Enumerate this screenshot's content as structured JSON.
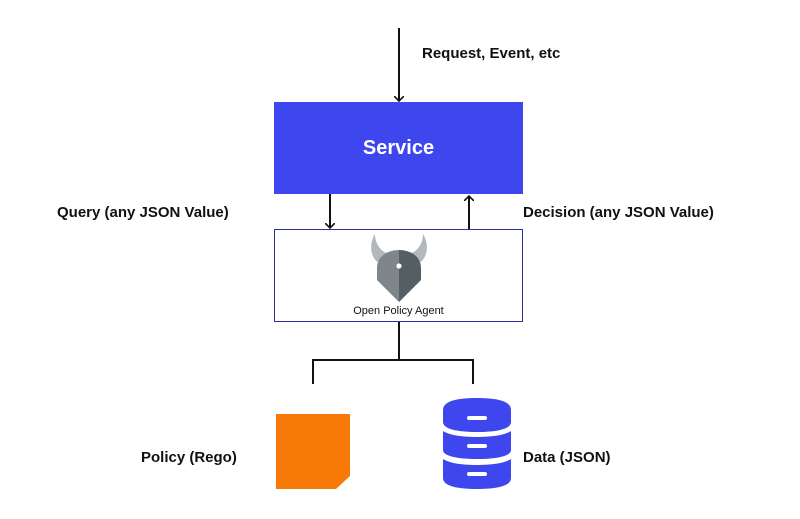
{
  "diagram": {
    "request_label": "Request, Event,  etc",
    "service_label": "Service",
    "query_label": "Query (any JSON Value)",
    "decision_label": "Decision (any JSON Value)",
    "opa_label": "Open Policy Agent",
    "policy_label": "Policy (Rego)",
    "data_label": "Data (JSON)"
  },
  "colors": {
    "service_fill": "#3d47ed",
    "opa_border": "#2a2f9a",
    "policy_fill": "#f77a08",
    "database_fill": "#3d47ed",
    "logo_gray": "#7e868a",
    "logo_dark": "#555e63"
  },
  "icons": [
    "opa-viking-helmet-icon",
    "policy-document-icon",
    "database-icon"
  ]
}
